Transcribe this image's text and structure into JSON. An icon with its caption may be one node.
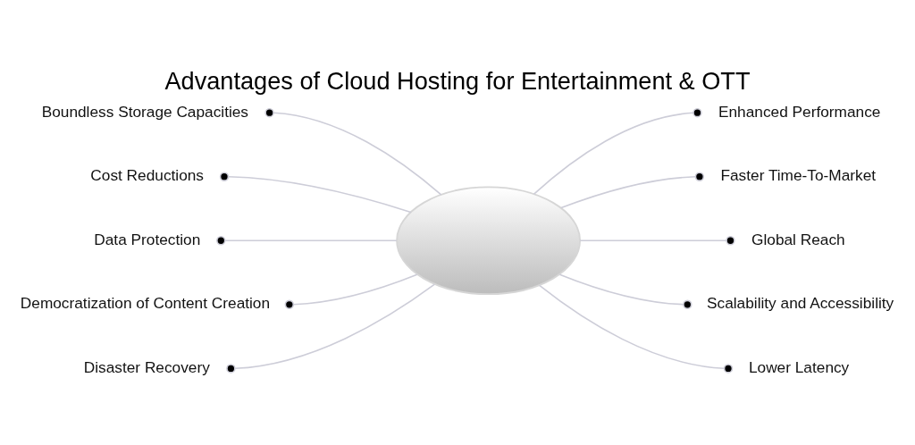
{
  "diagram": {
    "title": "Advantages of Cloud Hosting for Entertainment & OTT",
    "nodes": [
      {
        "text": [
          "Boundless Storage Capacities"
        ]
      },
      {
        "text": [
          "Cost Reductions"
        ]
      },
      {
        "text": [
          "Data Protection"
        ]
      },
      {
        "text": [
          "Democratization of Content Creation"
        ]
      },
      {
        "text": [
          "Disaster Recovery"
        ]
      },
      {
        "text": [],
        "shape": "cloud"
      },
      {
        "text": [
          "Enhanced Performance"
        ]
      },
      {
        "text": [
          "Faster Time-To-Market"
        ]
      },
      {
        "text": [
          "Global Reach"
        ]
      },
      {
        "text": [
          "Scalability and Accessibility"
        ]
      },
      {
        "text": [
          "Lower Latency"
        ]
      }
    ],
    "edges": [
      {
        "from": 5,
        "to": 0,
        "arrow": "other"
      },
      {
        "from": 5,
        "to": 1,
        "arrow": "other"
      },
      {
        "from": 5,
        "to": 2,
        "arrow": "other"
      },
      {
        "from": 5,
        "to": 3,
        "arrow": "other"
      },
      {
        "from": 5,
        "to": 4,
        "arrow": "other"
      },
      {
        "from": 5,
        "to": 6,
        "arrow": "other"
      },
      {
        "from": 5,
        "to": 7,
        "arrow": "other"
      },
      {
        "from": 5,
        "to": 8,
        "arrow": "other"
      },
      {
        "from": 5,
        "to": 9,
        "arrow": "other"
      },
      {
        "from": 5,
        "to": 10,
        "arrow": "other"
      }
    ]
  }
}
